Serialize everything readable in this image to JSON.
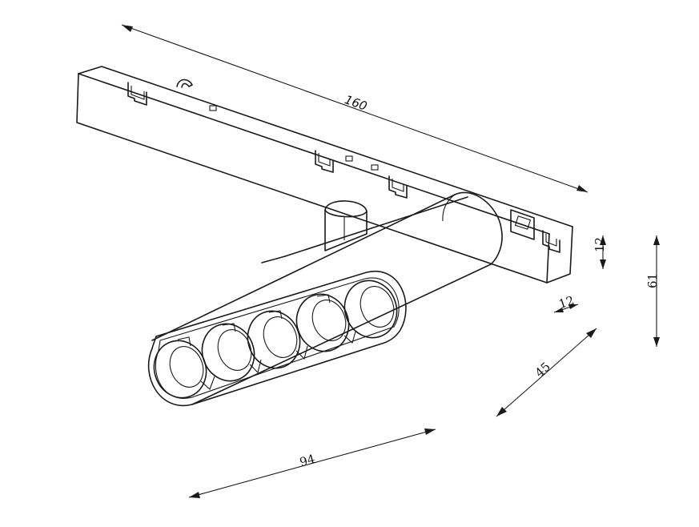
{
  "dimensions": {
    "length_total": "160",
    "width_head": "94",
    "depth_head": "45",
    "track_height": "12",
    "adapter_offset": "12",
    "total_height": "61"
  },
  "colors": {
    "line": "#1a1a1a",
    "background": "#ffffff"
  }
}
